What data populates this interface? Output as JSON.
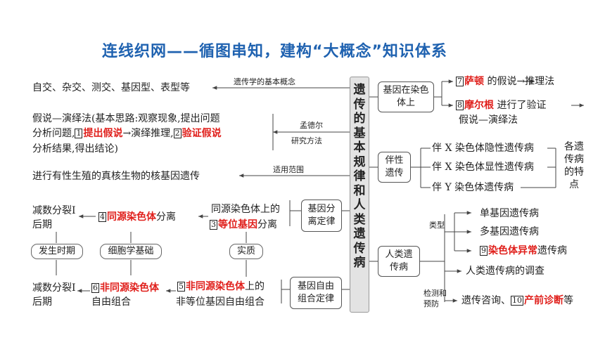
{
  "title": "连线织网——循图串知，建构“大概念”知识体系",
  "center": "遗传的基本规律和人类遗传病",
  "left": {
    "concepts_label": "遗传学的基本概念",
    "concepts": "自交、杂交、测交、基因型、表型等",
    "mendel_label": "孟德尔",
    "method_label": "研究方法",
    "hypo_line1": "假说—演绎法(基本思路:观察现象,提出问题",
    "hypo_line2_a": "分析问题,",
    "n1": "1",
    "a1": "提出假说",
    "hypo_line2_b": "→演绎推理,",
    "n2": "2",
    "a2": "验证假说",
    "hypo_line3": "分析结果,得出结论)",
    "scope_label": "适用范围",
    "scope": "进行有性生殖的真核生物的核基因遗传",
    "seg_box": "基因分离定律",
    "seg_line1": "同源染色体上的",
    "n3": "3",
    "a3": "等位基因",
    "seg_line2_suffix": "分离",
    "n4": "4",
    "a4": "同源染色体",
    "seg_sep_suffix": "分离",
    "meiosis1": "减数分裂Ⅰ后期",
    "pill_time": "发生时期",
    "pill_cell": "细胞学基础",
    "pill_essence": "实质",
    "ind_box": "基因自由组合定律",
    "n5": "5",
    "a5": "非同源染色体",
    "ind_line1_suffix": "上的",
    "ind_line2": "非等位基因自由组合",
    "n6": "6",
    "a6": "非同源染色体",
    "ind_comb_suffix": "自由组合",
    "meiosis2": "减数分裂Ⅰ后期"
  },
  "right": {
    "chrom_box": "基因在染色体上",
    "n7": "7",
    "a7": "萨顿",
    "sutton_suffix": " 的假说→推理法",
    "n8": "8",
    "a8": "摩尔根",
    "morgan_suffix": " 进行了验证",
    "morgan_line2": "假说—演绎法",
    "sex_box": "伴性遗传",
    "sex1": "伴 X 染色体隐性遗传病",
    "sex2": "伴 X 染色体显性遗传病",
    "sex3": "伴 Y 染色体遗传病",
    "features": "各遗传病的特点",
    "human_box": "人类遗传病",
    "type_label": "类型",
    "h1": "单基因遗传病",
    "h2": "多基因遗传病",
    "n9": "9",
    "a9": "染色体异常",
    "h3_suffix": "遗传病",
    "survey": "人类遗传病的调查",
    "detect_label": "检测和预防",
    "counsel_prefix": "遗传咨询、",
    "n10": "10",
    "a10": "产前诊断",
    "counsel_suffix": "等"
  }
}
